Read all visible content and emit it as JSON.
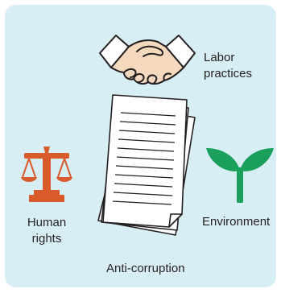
{
  "labels": {
    "labor_practices": "Labor\npractices",
    "human_rights": "Human\nrights",
    "environment": "Environment",
    "anti_corruption": "Anti-corruption"
  },
  "icons": [
    "handshake-icon",
    "documents-icon",
    "scales-icon",
    "sprout-icon"
  ],
  "colors": {
    "panel_bg": "#d8eef5",
    "scales": "#d95a2b",
    "sprout": "#1aa05a",
    "outline": "#231f20",
    "handshake_fill": "#f5d9bf"
  }
}
